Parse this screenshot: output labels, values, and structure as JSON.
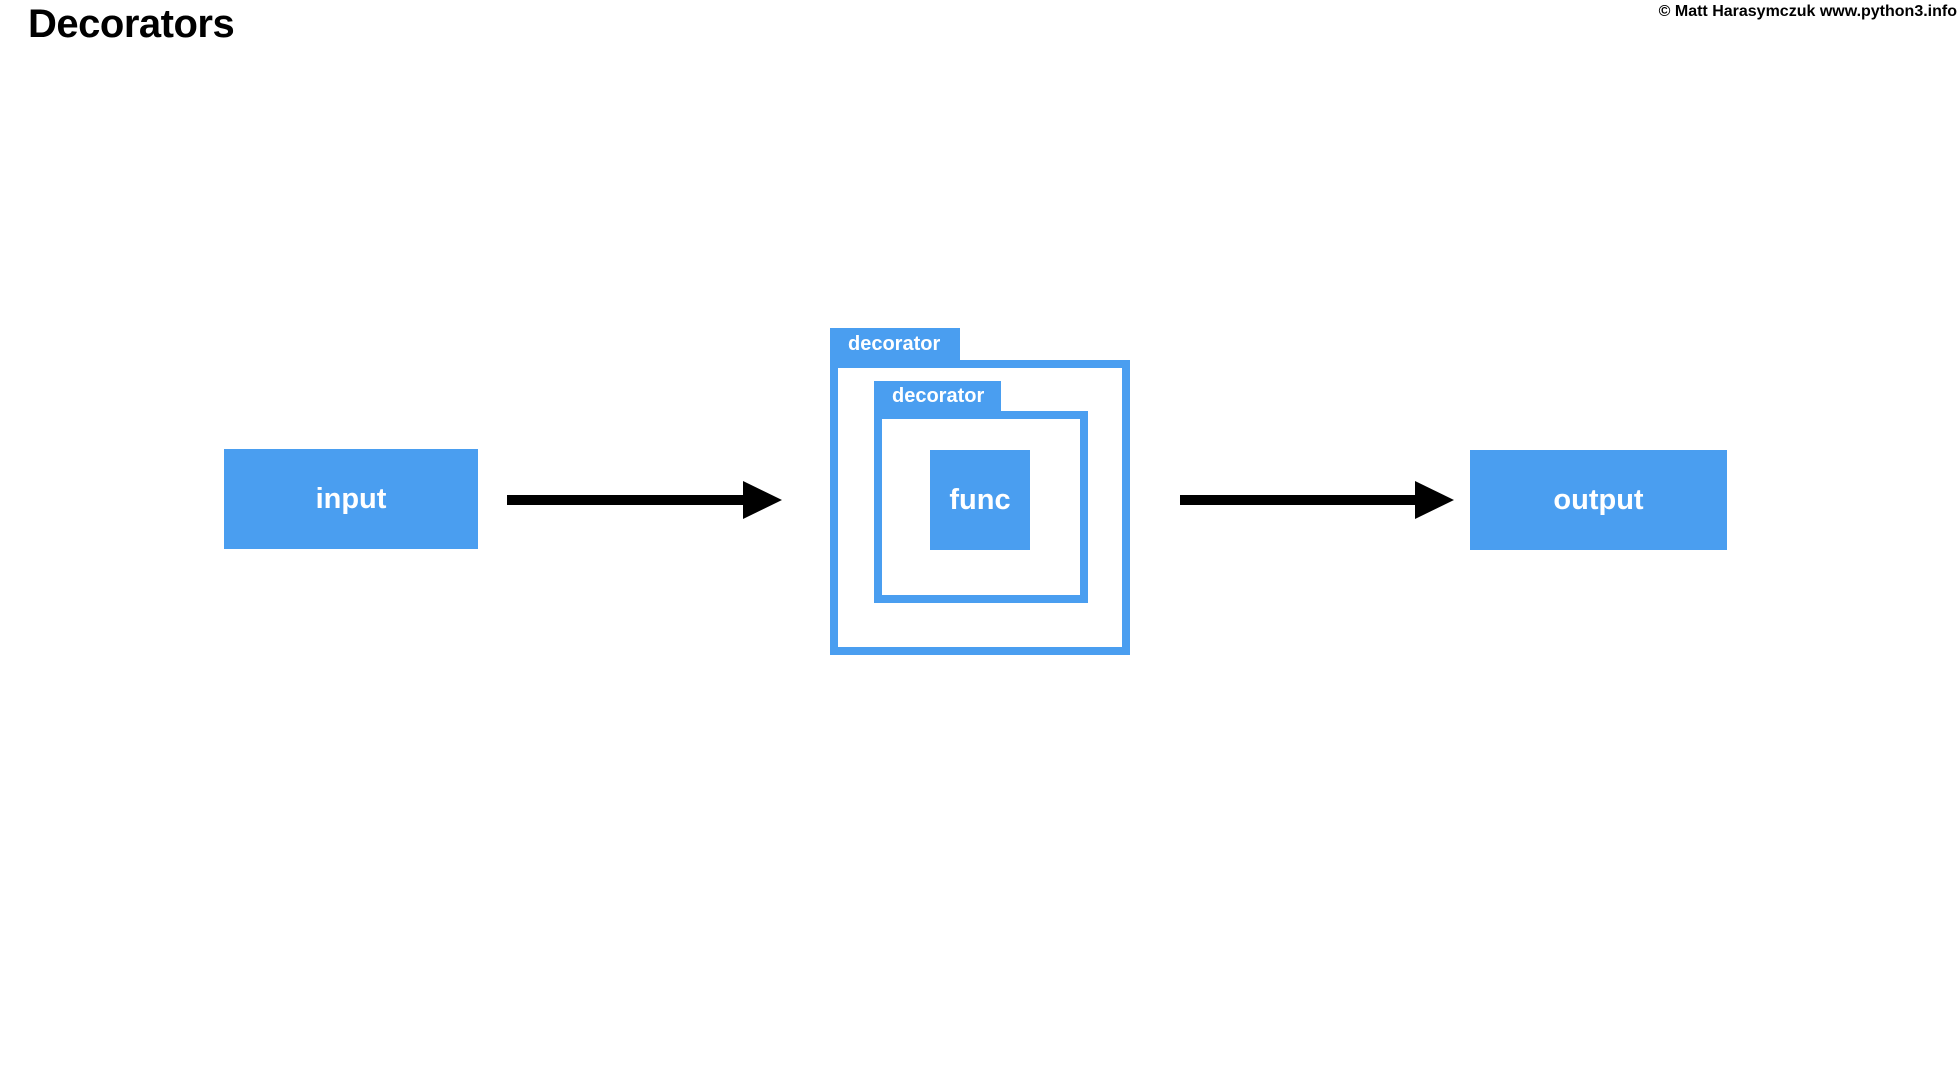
{
  "header": {
    "title": "Decorators",
    "copyright": "© Matt Harasymczuk www.python3.info"
  },
  "diagram": {
    "input_label": "input",
    "output_label": "output",
    "func_label": "func",
    "outer_decorator_label": "decorator",
    "inner_decorator_label": "decorator"
  },
  "colors": {
    "accent_blue": "#4A9EF0",
    "arrow_black": "#000000",
    "background": "#FFFFFF",
    "label_text": "#FFFFFF",
    "title_text": "#000000"
  }
}
